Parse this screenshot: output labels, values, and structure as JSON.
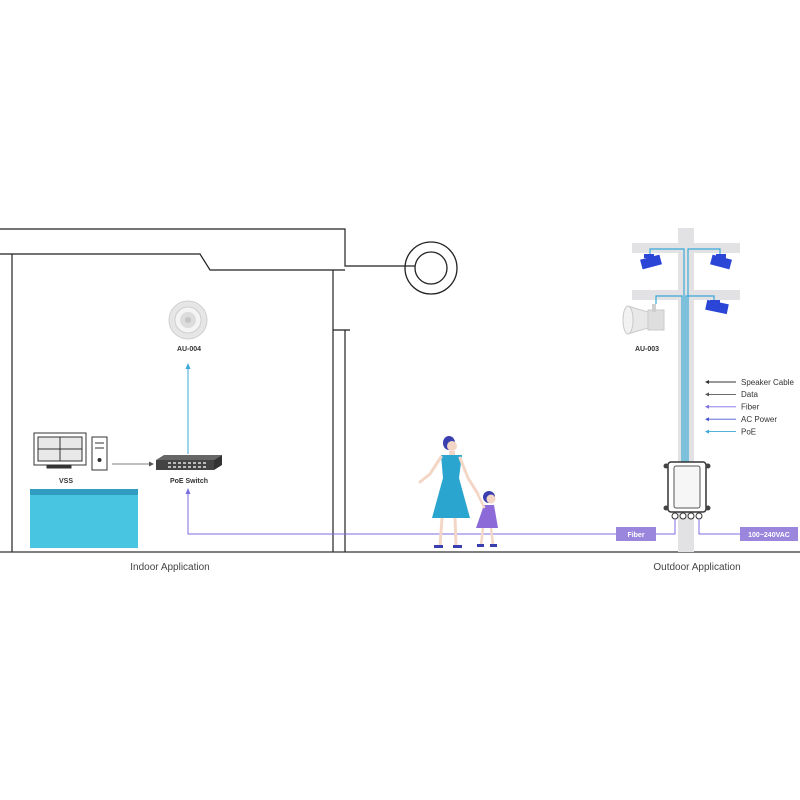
{
  "labels": {
    "ceiling_speaker": "AU-004",
    "horn_speaker": "AU-003",
    "vss": "VSS",
    "poe_switch": "PoE Switch",
    "indoor": "Indoor Application",
    "outdoor": "Outdoor Application",
    "fiber_tag": "Fiber",
    "power_tag": "100~240VAC"
  },
  "legend": [
    {
      "label": "Speaker Cable",
      "color": "#333333",
      "icon": "arrow-speaker-cable"
    },
    {
      "label": "Data",
      "color": "#555555",
      "icon": "arrow-data"
    },
    {
      "label": "Fiber",
      "color": "#7b6ee0",
      "icon": "arrow-fiber"
    },
    {
      "label": "AC Power",
      "color": "#4a57d0",
      "icon": "arrow-ac-power"
    },
    {
      "label": "PoE",
      "color": "#3aa9d8",
      "icon": "arrow-poe"
    }
  ],
  "colors": {
    "poe": "#3aa9d8",
    "fiber": "#7b6ee0",
    "tag": "#9b86dd",
    "camera": "#2b45d6",
    "desk": "#48c5e0",
    "pole": "#e2e2e4",
    "woman_dress": "#2aa5cf",
    "woman_hair": "#3a3fb0",
    "child_dress": "#8c6ad8"
  }
}
